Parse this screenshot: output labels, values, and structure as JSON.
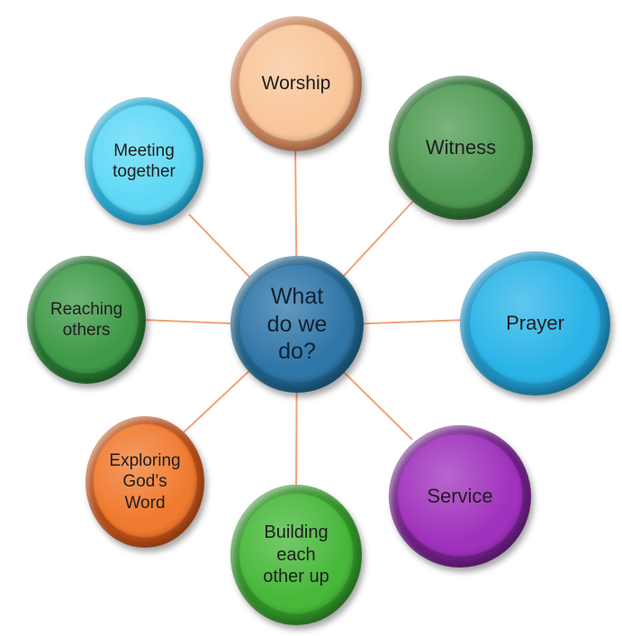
{
  "center": {
    "label": "What\ndo we\ndo?",
    "rim_color": "#1d5f86",
    "face_color": "#2f76a8",
    "text_color": "#0d2233"
  },
  "connector_color": "#f2a27a",
  "nodes": [
    {
      "id": "worship",
      "label": "Worship",
      "rim_color": "#c9835a",
      "face_color": "#f9c69a"
    },
    {
      "id": "witness",
      "label": "Witness",
      "rim_color": "#2e6f33",
      "face_color": "#4f9a52"
    },
    {
      "id": "prayer",
      "label": "Prayer",
      "rim_color": "#1e8fbf",
      "face_color": "#2ab4e8"
    },
    {
      "id": "service",
      "label": "Service",
      "rim_color": "#6e1f85",
      "face_color": "#a032bd"
    },
    {
      "id": "building",
      "label": "Building\neach\nother up",
      "rim_color": "#2f8e27",
      "face_color": "#47b83a"
    },
    {
      "id": "exploring",
      "label": "Exploring\nGod’s\nWord",
      "rim_color": "#b84d17",
      "face_color": "#f07a2f"
    },
    {
      "id": "reaching",
      "label": "Reaching\nothers",
      "rim_color": "#24712f",
      "face_color": "#3f9a48"
    },
    {
      "id": "meeting",
      "label": "Meeting\ntogether",
      "rim_color": "#25a7d0",
      "face_color": "#5fd8f6"
    }
  ]
}
